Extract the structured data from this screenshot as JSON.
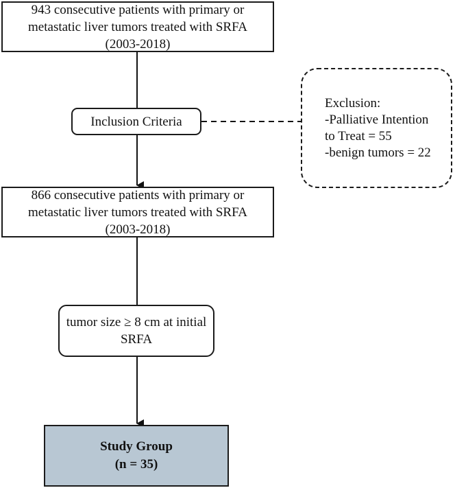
{
  "nodes": {
    "top": {
      "lines": [
        "943 consecutive patients with primary or",
        "metastatic liver tumors treated with SRFA",
        "(2003-2018)"
      ]
    },
    "inclusion": {
      "label": "Inclusion Criteria"
    },
    "exclusion": {
      "lines": [
        "Exclusion:",
        "-Palliative Intention",
        "to Treat = 55",
        "-benign tumors = 22"
      ]
    },
    "middle": {
      "lines": [
        "866 consecutive patients with primary or",
        "metastatic liver tumors treated with SRFA",
        "(2003-2018)"
      ]
    },
    "tumor_size": {
      "lines": [
        "tumor size ≥ 8 cm at initial",
        "SRFA"
      ]
    },
    "study_group": {
      "lines": [
        "Study Group",
        "(n = 35)"
      ],
      "fill": "#b8c7d3"
    }
  }
}
